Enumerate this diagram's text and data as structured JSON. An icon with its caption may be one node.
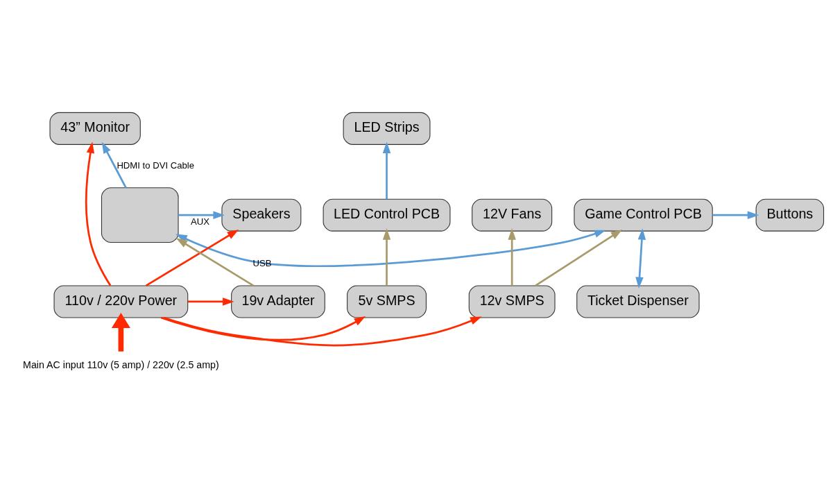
{
  "diagram": {
    "nodes": [
      {
        "text": [
          "43” Monitor"
        ]
      },
      {
        "text": [
          "LED Strips"
        ]
      },
      {
        "text": [
          "Speakers"
        ]
      },
      {
        "text": [
          "Game Control PCB"
        ]
      },
      {
        "text": [
          "Buttons"
        ]
      },
      {
        "text": [],
        "shape": "box"
      },
      {
        "text": [
          "LED Control PCB"
        ]
      },
      {
        "text": [
          "12V Fans"
        ]
      },
      {
        "text": [
          "110v / 220v Power"
        ]
      },
      {
        "text": [
          "12v SMPS"
        ]
      },
      {
        "text": [
          "19v Adapter"
        ]
      },
      {
        "text": [
          "5v SMPS"
        ]
      },
      {
        "text": [
          "Ticket Dispenser"
        ]
      },
      {
        "text": [
          "Main AC input 110v (5 amp) / 220v (2.5 amp)"
        ]
      }
    ],
    "edges": [
      {
        "from": 8,
        "to": 0,
        "arrow": "to",
        "color": "#ff2a00"
      },
      {
        "from": 8,
        "to": 2,
        "arrow": "to",
        "color": "#ff2a00"
      },
      {
        "from": 8,
        "to": 9,
        "arrow": "to",
        "color": "#ff2a00"
      },
      {
        "from": 8,
        "to": 10,
        "arrow": "to",
        "color": "#ff2a00"
      },
      {
        "from": 8,
        "to": 11,
        "arrow": "to",
        "color": "#ff2a00"
      },
      {
        "from": 13,
        "to": 8,
        "arrow": "to",
        "style": "thick",
        "color": "#ff2a00"
      },
      {
        "from": 9,
        "to": 7,
        "arrow": "to",
        "color": "#a89a6a"
      },
      {
        "from": 9,
        "to": 3,
        "arrow": "to",
        "color": "#a89a6a"
      },
      {
        "from": 10,
        "to": 5,
        "arrow": "to",
        "color": "#a89a6a"
      },
      {
        "from": 11,
        "to": 6,
        "arrow": "to",
        "color": "#a89a6a"
      },
      {
        "from": 5,
        "to": 0,
        "arrow": "to",
        "label": "HDMI to DVI Cable",
        "color": "#5b9bd5"
      },
      {
        "from": 5,
        "to": 2,
        "arrow": "to",
        "label": "AUX",
        "color": "#5b9bd5"
      },
      {
        "from": 3,
        "to": 5,
        "arrow": "both",
        "label": "USB",
        "color": "#5b9bd5"
      },
      {
        "from": 3,
        "to": 4,
        "arrow": "to",
        "color": "#5b9bd5"
      },
      {
        "from": 3,
        "to": 12,
        "arrow": "both",
        "color": "#5b9bd5"
      },
      {
        "from": 6,
        "to": 1,
        "arrow": "to",
        "color": "#5b9bd5"
      }
    ]
  }
}
